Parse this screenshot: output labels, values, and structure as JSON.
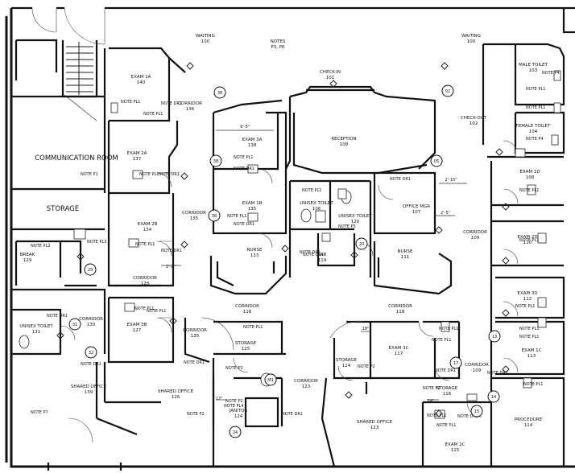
{
  "rooms": [
    {
      "name": "WAITING",
      "num": "100"
    },
    {
      "name": "NOTES",
      "num": "P3, P6"
    },
    {
      "name": "WAITING",
      "num": "100"
    },
    {
      "name": "CHECK-IN",
      "num": "101"
    },
    {
      "name": "MALE TOILET",
      "num": "103"
    },
    {
      "name": "CHECK-OUT",
      "num": "102"
    },
    {
      "name": "FEMALE TOILET",
      "num": "104"
    },
    {
      "name": "EXAM 1A",
      "num": "140"
    },
    {
      "name": "CORRIDOR",
      "num": "136"
    },
    {
      "name": "EXAM 2A",
      "num": "137"
    },
    {
      "name": "EXAM 3A",
      "num": "138"
    },
    {
      "name": "RECEPTION",
      "num": "108"
    },
    {
      "name": "COMMUNICATION ROOM",
      "num": ""
    },
    {
      "name": "EXAM 1B",
      "num": "135"
    },
    {
      "name": "UNISEX TOILET",
      "num": "106"
    },
    {
      "name": "OFFICE MGR",
      "num": "107"
    },
    {
      "name": "EXAM 1D",
      "num": "108"
    },
    {
      "name": "STORAGE",
      "num": ""
    },
    {
      "name": "EXAM 2B",
      "num": "134"
    },
    {
      "name": "CORRIDOR",
      "num": "135"
    },
    {
      "name": "UNISEX TOILET",
      "num": "120"
    },
    {
      "name": "CORRIDOR",
      "num": "109"
    },
    {
      "name": "BREAK",
      "num": "129"
    },
    {
      "name": "NURSE",
      "num": "133"
    },
    {
      "name": "LAB",
      "num": "119"
    },
    {
      "name": "NURSE",
      "num": "111"
    },
    {
      "name": "EXAM 2D",
      "num": "110"
    },
    {
      "name": "CORRIDOR",
      "num": "128"
    },
    {
      "name": "EXAM 3D",
      "num": "112"
    },
    {
      "name": "CORRIDOR",
      "num": "130"
    },
    {
      "name": "EXAM 3B",
      "num": "127"
    },
    {
      "name": "CORRIDOR",
      "num": "118"
    },
    {
      "name": "CORRIDOR",
      "num": "118"
    },
    {
      "name": "UNISEX TOILET",
      "num": "131"
    },
    {
      "name": "CORRIDOR",
      "num": "135"
    },
    {
      "name": "STORAGE",
      "num": "125"
    },
    {
      "name": "EXAM 3C",
      "num": "117"
    },
    {
      "name": "EXAM 1C",
      "num": "113"
    },
    {
      "name": "STORAGE",
      "num": "124"
    },
    {
      "name": "CORRIDOR",
      "num": "109"
    },
    {
      "name": "SHARED OFFICE",
      "num": "139"
    },
    {
      "name": "SHARED OFFICE",
      "num": "126"
    },
    {
      "name": "CORRIDOR",
      "num": "123"
    },
    {
      "name": "STORAGE",
      "num": "116"
    },
    {
      "name": "JANITOR",
      "num": "124"
    },
    {
      "name": "SHARED OFFICE",
      "num": "123"
    },
    {
      "name": "PROCEDURE",
      "num": "114"
    },
    {
      "name": "EXAM 2C",
      "num": "115"
    }
  ],
  "notes": [
    "NOTE PL1",
    "NOTE DR1",
    "NOTE PL1",
    "NOTE DR1",
    "NOTE PL1",
    "NOTE DR1",
    "NOTE PL1",
    "NOTE PL1",
    "NOTE PL1",
    "NOTE PL1",
    "NOTE DR1",
    "NOTE PL1",
    "NOTE DR1",
    "NOTE PL1",
    "NOTE P1",
    "NOTE P4",
    "NOTE P4",
    "NOTE PL1",
    "NOTE PL1",
    "NOTE PL1",
    "NOTE PL1",
    "NOTE PL3",
    "NOTE PL2",
    "NOTE P5",
    "NOTE DR1",
    "NOTE DR1",
    "NOTE DR1",
    "NOTE DR1",
    "NOTE PL1",
    "NOTE P2",
    "NOTE DR1",
    "NOTE PL1",
    "NOTE PL1",
    "NOTE P2",
    "NOTE PL1",
    "NOTE P2",
    "NOTE PL1",
    "NOTE P7",
    "NOTE P2",
    "NOTE P2",
    "NOTE PL4",
    "NOTE PL1",
    "NOTE PL1",
    "NOTE PL1",
    "NOTE DR1",
    "NOTE PL1",
    "NOTE DR1",
    "NOTE DR1",
    "NOTE DR1",
    "NOTE DR1"
  ],
  "bubbles": [
    "38",
    "02",
    "38",
    "36",
    "05",
    "20",
    "29",
    "31",
    "32",
    "17",
    "13",
    "14",
    "15",
    "24",
    "M1"
  ],
  "dims": [
    "9'-5\"",
    "2'-10\"",
    "2'-5\"",
    "2'-0\"",
    "18\"",
    "24\"",
    "12\""
  ]
}
